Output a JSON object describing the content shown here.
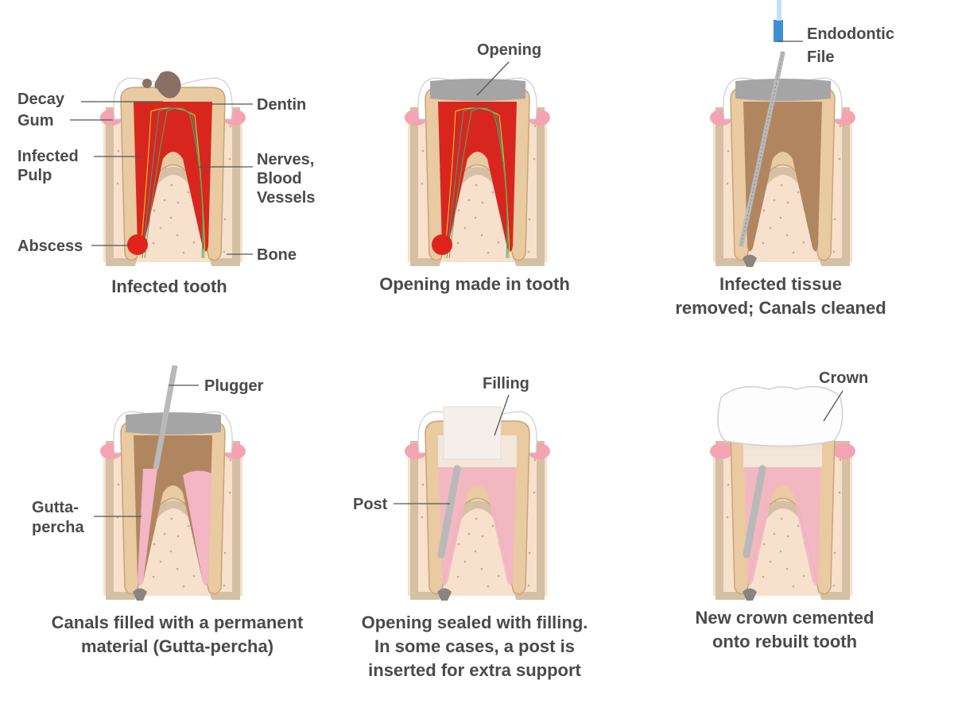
{
  "colors": {
    "text": "#4a4a48",
    "bone": "#f7e0cc",
    "socket": "#d6c0a4",
    "gum": "#f4a3b3",
    "enamel": "#ffffff",
    "dentin": "#e9caa1",
    "infected_pulp": "#d8261f",
    "cleaned_canal": "#b08660",
    "gutta_percha": "#f2b6c4",
    "instrument": "#b9b9b9",
    "file_handle": "#3d8fd6"
  },
  "panels": [
    {
      "stage": "infected",
      "caption": [
        "Infected tooth"
      ],
      "labels": {
        "decay": "Decay",
        "gum": "Gum",
        "infected_pulp": [
          "Infected",
          "Pulp"
        ],
        "abscess": "Abscess",
        "dentin": "Dentin",
        "nerves": [
          "Nerves,",
          "Blood",
          "Vessels"
        ],
        "bone": "Bone"
      }
    },
    {
      "stage": "opening",
      "caption": [
        "Opening made in tooth"
      ],
      "labels": {
        "opening": "Opening"
      }
    },
    {
      "stage": "cleaned",
      "caption": [
        "Infected tissue",
        "removed; Canals cleaned"
      ],
      "labels": {
        "file": [
          "Endodontic",
          "File"
        ]
      }
    },
    {
      "stage": "filled",
      "caption": [
        "Canals filled with a permanent",
        "material (Gutta-percha)"
      ],
      "labels": {
        "plugger": "Plugger",
        "gutta_percha": [
          "Gutta-",
          "percha"
        ]
      }
    },
    {
      "stage": "sealed",
      "caption": [
        "Opening sealed with filling.",
        "In some cases, a post is",
        "inserted for extra support"
      ],
      "labels": {
        "filling": "Filling",
        "post": "Post"
      }
    },
    {
      "stage": "crowned",
      "caption": [
        "New crown cemented",
        "onto rebuilt tooth"
      ],
      "labels": {
        "crown": "Crown"
      }
    }
  ]
}
